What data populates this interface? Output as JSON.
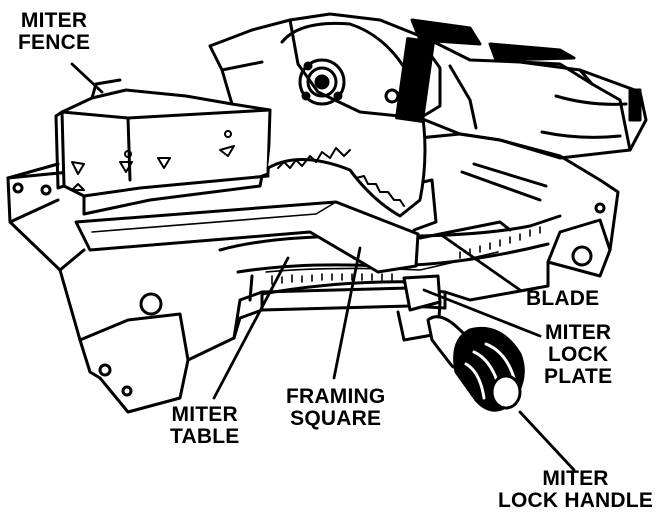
{
  "labels": {
    "miter_fence": [
      "MITER",
      "FENCE"
    ],
    "blade": [
      "BLADE"
    ],
    "miter_lock_plate": [
      "MITER",
      "LOCK",
      "PLATE"
    ],
    "framing_square": [
      "FRAMING",
      "SQUARE"
    ],
    "miter_table": [
      "MITER",
      "TABLE"
    ],
    "miter_lock_handle": [
      "MITER",
      "LOCK HANDLE"
    ]
  },
  "colors": {
    "ink": "#000000",
    "paper": "#ffffff",
    "shade": "#d9d9d9"
  },
  "icons": [
    "wrench-icon"
  ]
}
